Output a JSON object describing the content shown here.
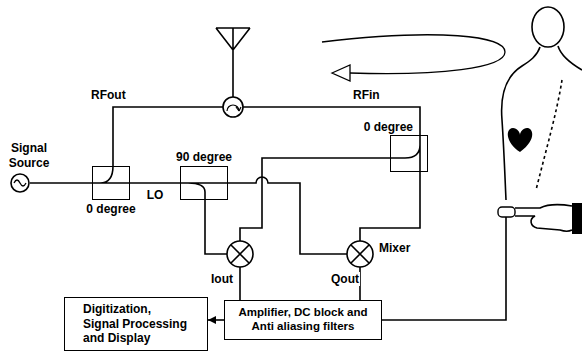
{
  "diagram": {
    "nodes": [
      {
        "text": [
          "Signal Source"
        ]
      },
      {
        "text": [
          "0 degree"
        ]
      },
      {
        "text": [
          "90 degree"
        ]
      },
      {
        "text": [
          "0 degree"
        ]
      },
      {
        "text": [
          "Digitization, Signal Processing and Display"
        ]
      },
      {
        "text": [
          "Amplifier, DC block and Anti aliasing filters"
        ]
      }
    ],
    "edges": [
      {
        "from": 0,
        "to": 1,
        "arrow": "none"
      },
      {
        "from": 1,
        "to": 2,
        "label": "LO",
        "arrow": "none"
      },
      {
        "from": 5,
        "to": 4,
        "arrow": "to"
      }
    ],
    "labels": [
      "RFout",
      "RFin",
      "Iout",
      "Qout",
      "Mixer"
    ]
  }
}
